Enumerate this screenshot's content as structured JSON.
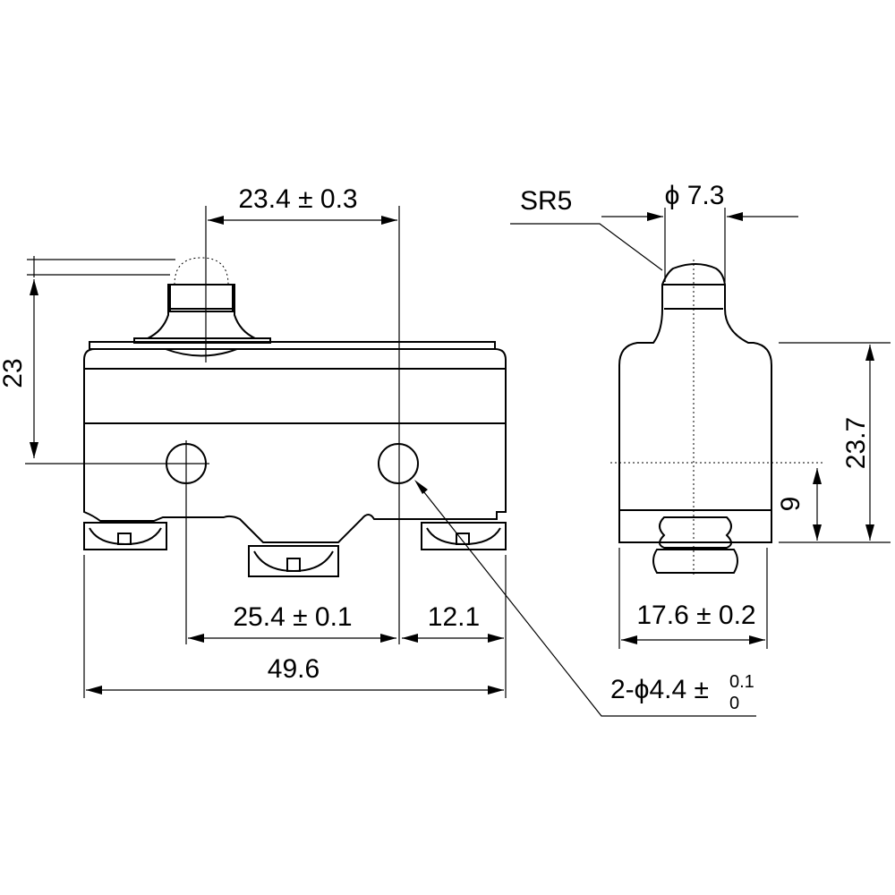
{
  "front_view": {
    "dim_actuator_offset": "23.4 ± 0.3",
    "dim_height": "23",
    "dim_hole_pitch": "25.4 ± 0.1",
    "dim_hole_to_edge": "12.1",
    "dim_total_length": "49.6",
    "hole_callout_main": "2-ϕ4.4 ±",
    "hole_tol_upper": "0.1",
    "hole_tol_lower": "0"
  },
  "side_view": {
    "dim_radius": "SR5",
    "dim_plunger_dia": "ϕ 7.3",
    "dim_body_height": "23.7",
    "dim_hole_height": "9",
    "dim_body_width": "17.6 ± 0.2"
  }
}
